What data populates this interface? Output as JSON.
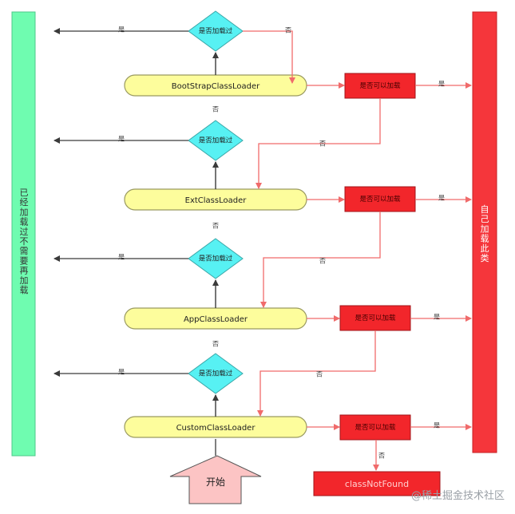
{
  "left_bar": {
    "text": "已经加载过不需要再加载",
    "color": "#6ffcb0"
  },
  "right_bar": {
    "text": "自己加载此类",
    "color": "#f5363b"
  },
  "loaders": [
    {
      "label": "BootStrapClassLoader"
    },
    {
      "label": "ExtClassLoader"
    },
    {
      "label": "AppClassLoader"
    },
    {
      "label": "CustomClassLoader"
    }
  ],
  "check_label": "是否加载过",
  "can_load_label": "是否可以加载",
  "yes": "是",
  "no": "否",
  "start_label": "开始",
  "not_found_label": "classNotFound",
  "watermark": "@稀土掘金技术社区",
  "colors": {
    "loader_fill": "#fdfd9c",
    "loader_stroke": "#9a9a60",
    "diamond_fill": "#57f1f3",
    "diamond_stroke": "#3aa7a8",
    "red_box": "#f2262b",
    "red_line": "#f06b6b",
    "dark_line": "#3a3a3a",
    "start_fill": "#fcc4c4"
  }
}
